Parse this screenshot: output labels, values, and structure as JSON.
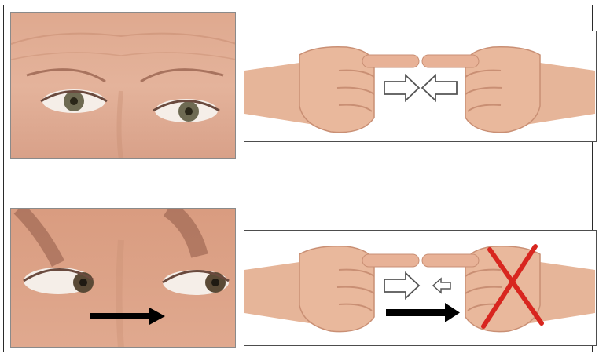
{
  "figure": {
    "top_row": {
      "photo": {
        "subject": "face-eyes-primary-gaze"
      },
      "panel": {
        "illustration": "two-fists-index-fingers-pointing-together",
        "arrows": [
          "right-outline-arrow",
          "left-outline-arrow"
        ]
      }
    },
    "bottom_row": {
      "photo": {
        "subject": "face-eyes-gaze-right",
        "arrow": "black-right-arrow"
      },
      "panel": {
        "illustration": "two-fists-index-fingers-pointing-together",
        "arrows": [
          "right-outline-arrow",
          "small-left-outline-arrow",
          "black-right-arrow"
        ],
        "mark": "red-x-cross"
      }
    }
  },
  "colors": {
    "skin": "#e9b89c",
    "skin_shadow": "#c98f74",
    "iris": "#6e6a52",
    "sclera": "#f5eee8",
    "cross": "#d8261f",
    "black_arrow": "#000000",
    "frame": "#2a2a2a"
  }
}
